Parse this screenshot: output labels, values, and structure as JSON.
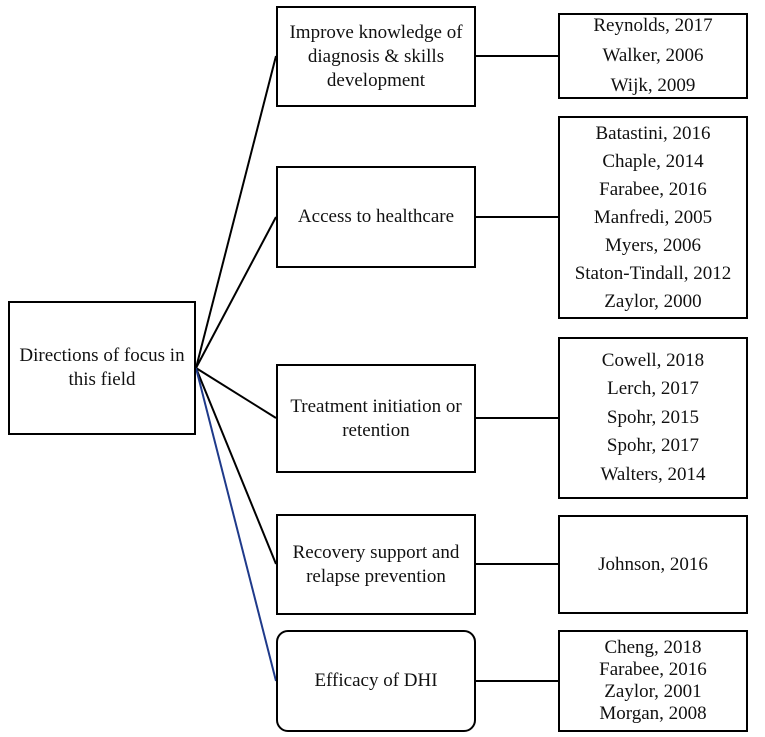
{
  "root": {
    "label": "Directions of focus in this field"
  },
  "branches": [
    {
      "label": "Improve knowledge of diagnosis & skills development",
      "refs": [
        "Reynolds, 2017",
        "Walker, 2006",
        "Wijk, 2009"
      ]
    },
    {
      "label": "Access to healthcare",
      "refs": [
        "Batastini, 2016",
        "Chaple, 2014",
        "Farabee, 2016",
        "Manfredi, 2005",
        "Myers, 2006",
        "Staton-Tindall, 2012",
        "Zaylor, 2000"
      ]
    },
    {
      "label": "Treatment initiation or retention",
      "refs": [
        "Cowell, 2018",
        "Lerch, 2017",
        "Spohr, 2015",
        "Spohr, 2017",
        "Walters, 2014"
      ]
    },
    {
      "label": "Recovery support and relapse prevention",
      "refs": [
        "Johnson, 2016"
      ]
    },
    {
      "label": "Efficacy of DHI",
      "refs": [
        "Cheng, 2018",
        "Farabee, 2016",
        "Zaylor, 2001",
        "Morgan, 2008"
      ]
    }
  ],
  "colors": {
    "line": "#000000",
    "highlight_line": "#1f3a8a"
  }
}
